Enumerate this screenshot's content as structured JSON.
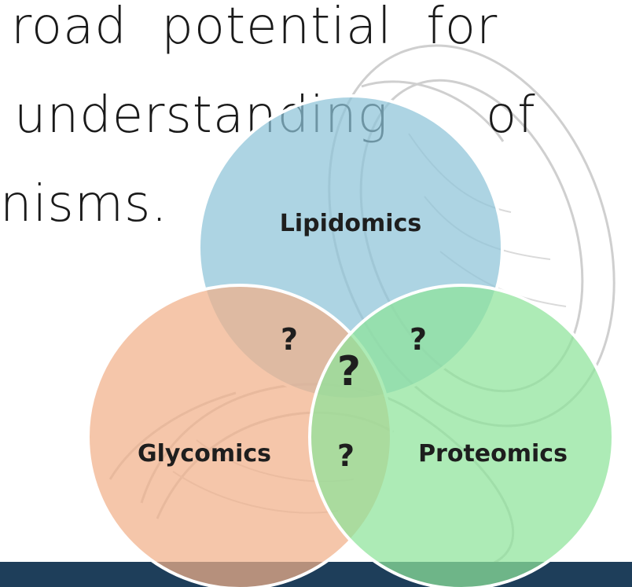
{
  "text_lines": [
    "road potential for",
    "understanding",
    "of",
    "nisms."
  ],
  "venn": {
    "sets": [
      {
        "label": "Lipidomics",
        "color": "#8ec4d8"
      },
      {
        "label": "Glycomics",
        "color": "#f1b089"
      },
      {
        "label": "Proteomics",
        "color": "#8ee39a"
      }
    ],
    "intersections": [
      "?",
      "?",
      "?",
      "?"
    ]
  },
  "colors": {
    "bar": "#1e3e5a",
    "text": "#1a1a1a"
  }
}
